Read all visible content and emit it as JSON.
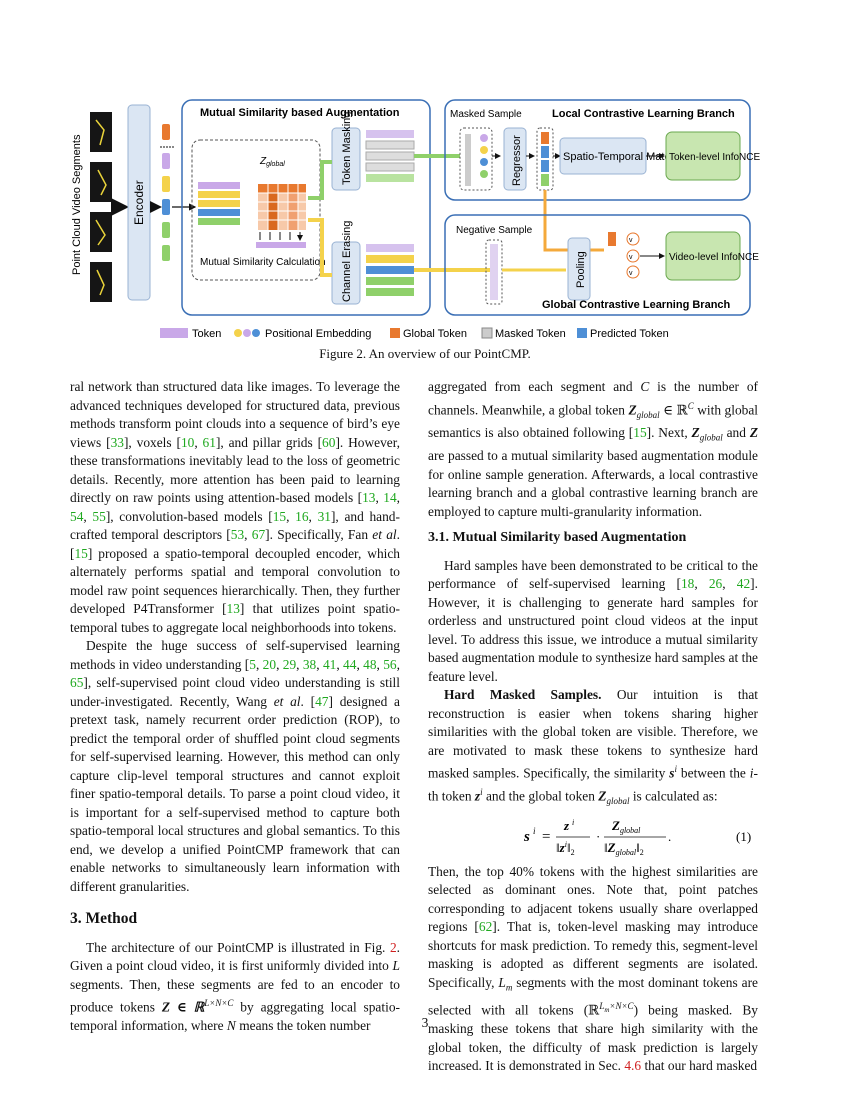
{
  "figure": {
    "side_label": "Point Cloud Video Segments",
    "encoder": "Encoder",
    "msa_title": "Mutual Similarity based Augmentation",
    "z_global": "Z",
    "z_global_sub": "global",
    "msc_label": "Mutual Similarity Calculation",
    "token_masking": "Token Masking",
    "channel_erasing": "Channel Erasing",
    "masked_sample": "Masked Sample",
    "negative_sample": "Negative Sample",
    "regressor": "Regressor",
    "local_branch": "Local Contrastive Learning Branch",
    "global_branch": "Global Contrastive Learning Branch",
    "stm": "Spatio-Temporal Matching",
    "token_loss": "Token-level InfoNCE Loss",
    "pooling": "Pooling",
    "video_loss": "Video-level InfoNCE Loss",
    "v1": "v",
    "v2": "v",
    "v3": "v",
    "legend": {
      "token": "Token",
      "pos": "Positional Embedding",
      "global": "Global Token",
      "masked": "Masked Token",
      "predicted": "Predicted Token"
    },
    "colors": {
      "blue": "#4e8fd6",
      "green": "#8fd06a",
      "orange": "#e8792f",
      "yellow": "#f4d24b",
      "purple": "#c9a8e8",
      "panel": "#dbe6f3",
      "panel_border": "#3a6fb5",
      "loss_green": "#c8e6b0",
      "gray": "#bcbcbc"
    }
  },
  "caption": "Figure 2. An overview of our PointCMP.",
  "page_number": "3",
  "left": {
    "p1": [
      "ral network than structured data like images. To leverage the advanced techniques developed for structured data, previous methods transform point clouds into a sequence of bird’s eye views [",
      "33",
      "], voxels [",
      "10",
      ", ",
      "61",
      "], and pillar grids [",
      "60",
      "]. However, these transformations inevitably lead to the loss of geometric details. Recently, more attention has been paid to learning directly on raw points using attention-based models [",
      "13",
      ", ",
      "14",
      ", ",
      "54",
      ", ",
      "55",
      "], convolution-based models [",
      "15",
      ", ",
      "16",
      ", ",
      "31",
      "], and hand-crafted temporal descriptors [",
      "53",
      ", ",
      "67",
      "]. Specifically, Fan ",
      "et al",
      ". [",
      "15",
      "] proposed a spatio-temporal decoupled encoder, which alternately performs spatial and temporal convolution to model raw point sequences hierarchically. Then, they further developed P4Transformer [",
      "13",
      "] that utilizes point spatio-temporal tubes to aggregate local neighborhoods into tokens."
    ],
    "p2": [
      "Despite the huge success of self-supervised learning methods in video understanding [",
      "5",
      ", ",
      "20",
      ", ",
      "29",
      ", ",
      "38",
      ", ",
      "41",
      ", ",
      "44",
      ", ",
      "48",
      ", ",
      "56",
      ", ",
      "65",
      "], self-supervised point cloud video understanding is still under-investigated. Recently, Wang ",
      "et al",
      ". [",
      "47",
      "] designed a pretext task, namely recurrent order prediction (ROP), to predict the temporal order of shuffled point cloud segments for self-supervised learning. However, this method can only capture clip-level temporal structures and cannot exploit finer spatio-temporal details. To parse a point cloud video, it is important for a self-supervised method to capture both spatio-temporal local structures and global semantics. To this end, we develop a unified PointCMP framework that can enable networks to simultaneously learn information with different granularities."
    ],
    "h_method": "3. Method",
    "p3": [
      "The architecture of our PointCMP is illustrated in Fig. ",
      "2",
      ". Given a point cloud video, it is first uniformly divided into ",
      "L",
      " segments. Then, these segments are fed to an encoder to produce tokens ",
      "Z ∈ ℝ",
      "L×N×C",
      " by aggregating local spatio-temporal information, where ",
      "N",
      " means the token number"
    ]
  },
  "right": {
    "p1": [
      "aggregated from each segment and ",
      "C",
      " is the number of channels. Meanwhile, a global token ",
      "Z",
      "global",
      " ∈ ℝ",
      "C",
      " with global semantics is also obtained following [",
      "15",
      "]. Next, ",
      "Z",
      "global",
      " and ",
      "Z",
      " are passed to a mutual similarity based augmentation module for online sample generation. Afterwards, a local contrastive learning branch and a global contrastive learning branch are employed to capture multi-granularity information."
    ],
    "h_31": "3.1. Mutual Similarity based Augmentation",
    "p2": [
      "Hard samples have been demonstrated to be critical to the performance of self-supervised learning [",
      "18",
      ", ",
      "26",
      ", ",
      "42",
      "]. However, it is challenging to generate hard samples for orderless and unstructured point cloud videos at the input level. To address this issue, we introduce a mutual similarity based augmentation module to synthesize hard samples at the feature level."
    ],
    "p3_head": "Hard Masked Samples.",
    "p3": [
      " Our intuition is that reconstruction is easier when tokens sharing higher similarities with the global token are visible. Therefore, we are motivated to mask these tokens to synthesize hard masked samples. Specifically, the similarity ",
      "s",
      "i",
      " between the ",
      "i",
      "-th token ",
      "z",
      "i",
      " and the global token ",
      "Z",
      "global",
      " is calculated as:"
    ],
    "eq_lhs": "s",
    "eq_lhs_sup": "i",
    "eq_num": "(1)",
    "p4": [
      "Then, the top 40% tokens with the highest similarities are selected as dominant ones. Note that, point patches corresponding to adjacent tokens usually share overlapped regions [",
      "62",
      "]. That is, token-level masking may introduce shortcuts for mask prediction. To remedy this, segment-level masking is adopted as different segments are isolated. Specifically, ",
      "L",
      "m",
      " segments with the most dominant tokens are selected with all tokens (ℝ",
      "L",
      "m",
      "×N×C",
      ") being masked. By masking these tokens that share high similarity with the global token, the difficulty of mask prediction is largely increased. It is demonstrated in Sec. ",
      "4.6",
      " that our hard masked"
    ]
  }
}
